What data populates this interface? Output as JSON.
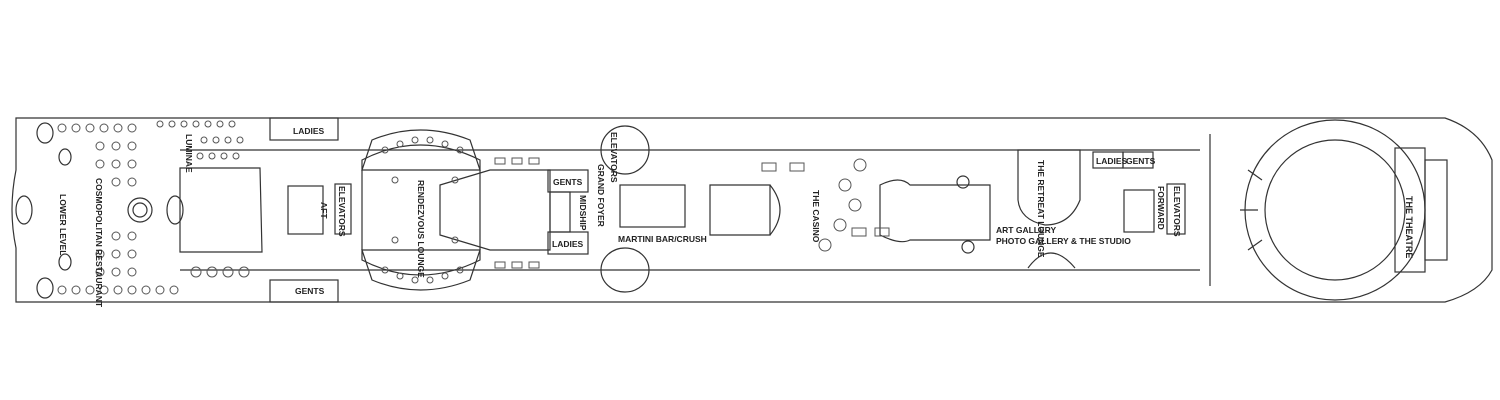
{
  "deck": {
    "labels": {
      "lower_level": "LOWER LEVEL",
      "cosmopolitan": "COSMOPOLITAN RESTAURANT",
      "luminae": "LUMINAE",
      "ladies_aft": "LADIES",
      "gents_aft": "GENTS",
      "aft": "AFT",
      "elevators_aft": "ELEVATORS",
      "rendezvous": "RENDEZVOUS LOUNGE",
      "gents_mid": "GENTS",
      "ladies_mid": "LADIES",
      "midship": "MIDSHIP",
      "grand_foyer": "GRAND FOYER",
      "elevators_mid": "ELEVATORS",
      "martini_bar": "MARTINI BAR/CRUSH",
      "the_casino": "THE CASINO",
      "art_gallery": "ART GALLERY",
      "photo_gallery": "PHOTO GALLERY & THE STUDIO",
      "retreat_lounge": "THE RETREAT LOUNGE",
      "ladies_fwd": "LADIES",
      "gents_fwd": "GENTS",
      "forward": "FORWARD",
      "elevators_fwd": "ELEVATORS",
      "the_theatre": "THE THEATRE"
    },
    "colors": {
      "line": "#333333",
      "fill": "#ffffff"
    }
  }
}
